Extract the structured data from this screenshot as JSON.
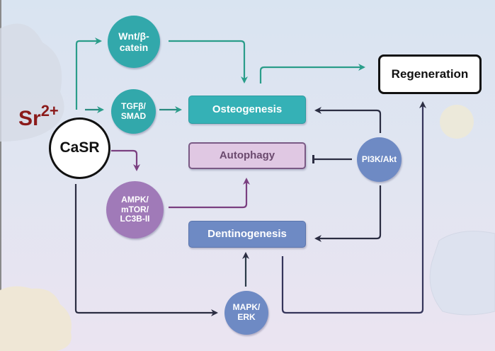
{
  "ion": {
    "symbol": "Sr",
    "charge": "2+"
  },
  "receptor": {
    "label": "CaSR"
  },
  "pathways": {
    "wnt": "Wnt/β-\ncatein",
    "tgf": "TGFβ/\nSMAD",
    "ampk": "AMPK/\nmTOR/\nLC3B-II",
    "pi3k": "PI3K/Akt",
    "mapk": "MAPK/\nERK"
  },
  "processes": {
    "osteogenesis": "Osteogenesis",
    "autophagy": "Autophagy",
    "dentinogenesis": "Dentinogenesis"
  },
  "outcome": {
    "label": "Regeneration"
  },
  "colors": {
    "teal": "#35b1b6",
    "teal_arrow": "#2a9d8a",
    "purple": "#a07ab8",
    "purple_arrow": "#7a3f80",
    "blue": "#6e8ac4",
    "dark_arrow": "#2b2d42",
    "sr_red": "#8b1a1a",
    "autophagy_fill": "#e0c8e3",
    "autophagy_text": "#6b4a6e"
  }
}
